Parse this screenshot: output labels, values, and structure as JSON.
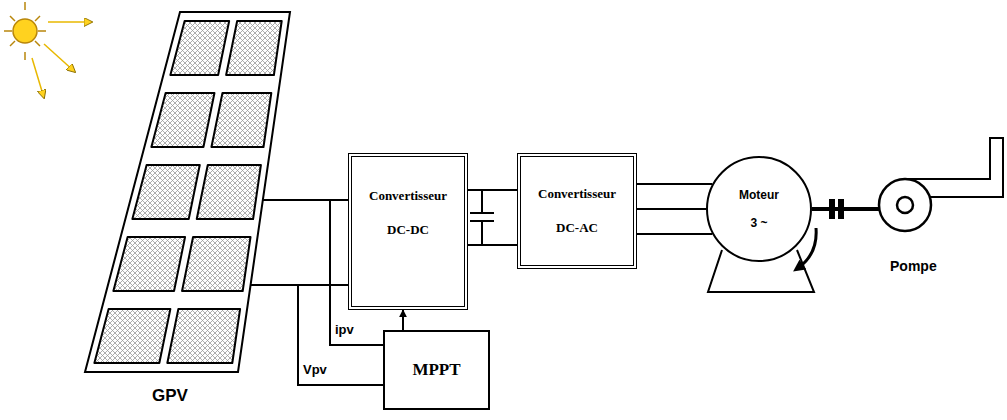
{
  "diagram": {
    "nodes": [
      {
        "text": [
          "GPV"
        ]
      },
      {
        "text": [
          "Convertisseur DC-DC"
        ]
      },
      {
        "text": [
          "Convertisseur DC-AC"
        ]
      },
      {
        "text": [
          "Moteur",
          "3 ~"
        ]
      },
      {
        "text": [
          "Pompe"
        ]
      },
      {
        "text": [
          "MPPT"
        ]
      }
    ],
    "edges": [
      {
        "from": 0,
        "to": 1,
        "arrow": "none"
      },
      {
        "from": 1,
        "to": 2,
        "arrow": "none"
      },
      {
        "from": 2,
        "to": 3,
        "arrow": "none"
      },
      {
        "from": 3,
        "to": 4,
        "arrow": "none"
      },
      {
        "from": 5,
        "to": 1,
        "arrow": "to"
      },
      {
        "from": 0,
        "to": 5,
        "label": "ipv",
        "arrow": "none"
      },
      {
        "from": 0,
        "to": 5,
        "label": "Vpv",
        "arrow": "none"
      }
    ]
  }
}
